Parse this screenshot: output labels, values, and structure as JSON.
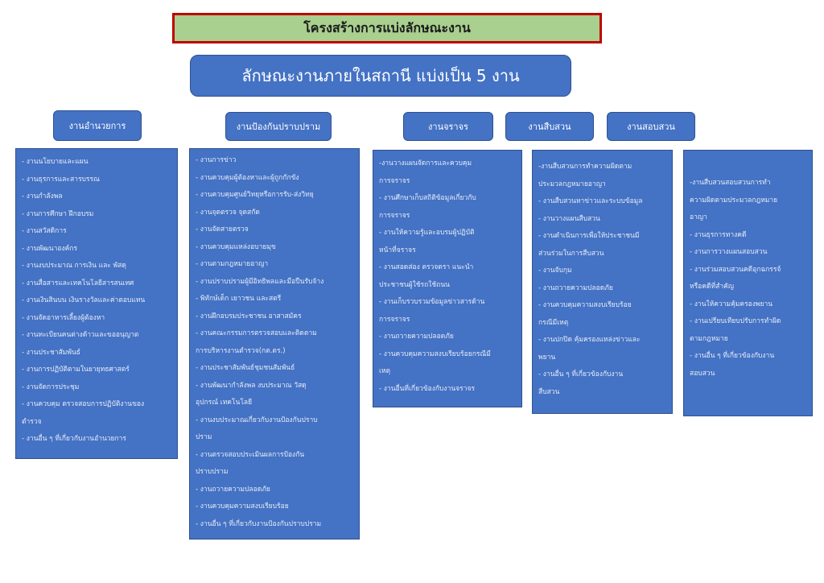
{
  "title": "โครงสร้างการแบ่งลักษณะงาน",
  "subtitle": "ลักษณะงานภายในสถานี แบ่งเป็น 5 งาน",
  "sections": [
    {
      "header": "งานอำนวยการ",
      "items": [
        "- งานนโยบายและแผน",
        "- งานธุรการและสารบรรณ",
        "- งานกำลังพล",
        "- งานการศึกษา ฝึกอบรม",
        "- งานสวัสดิการ",
        "- งานพัฒนาองค์กร",
        "- งานงบประมาณ การเงิน และ พัสดุ",
        "- งานสื่อสารและเทคโนโลยีสารสนเทศ",
        "- งานเงินสินบน เงินรางวัลและค่าตอบแทน",
        "- งานจัดอาหารเลี้ยงผู้ต้องหา",
        "- งานทะเบียนคนต่างด้าวและขออนุญาต",
        "- งานประชาสัมพันธ์",
        "- งานการปฏิบัติตามในยายุทธศาสตร์",
        "- งานจัดการประชุม",
        "- งานควบคุม ตรวจสอบการปฏิบัติงานของ",
        "ตำรวจ",
        "- งานอื่น ๆ ที่เกี่ยวกับงานอำนวยการ"
      ]
    },
    {
      "header": "งานป้องกันปราบปราม",
      "items": [
        "- งานการข่าว",
        "- งานควบคุมผู้ต้องหาและผู้ถูกกักขัง",
        "- งานควบคุมศูนย์วิทยุหรือการรับ-ส่งวิทยุ",
        "- งานจุดตรวจ จุดสกัด",
        "- งานจัดสายตรวจ",
        "- งานควบคุมแหล่งอบายมุข",
        "- งานตามกฎหมายอาญา",
        "- งานปราบปรามผู้มีอิทธิพลและมือปืนรับจ้าง",
        "- พิทักษ์เด็ก เยาวชน และสตรี",
        "- งานฝึกอบรมประชาชน อาสาสมัคร",
        "- งานคณะกรรมการตรวจสอบและติดตาม",
        "การบริหารงานตำรวจ(กต.ตร.)",
        "- งานประชาสัมพันธ์ชุมชนสัมพันธ์",
        "- งานพัฒนากำลังพล งบประมาณ วัสดุ",
        "อุปกรณ์ เทคโนโลยี",
        "- งานงบประมาณเกี่ยวกับงานป้องกันปราบ",
        "ปราม",
        "- งานตรวจสอบประเมินผลการป้องกัน",
        "ปราบปราม",
        "- งานถวายความปลอดภัย",
        "- งานควบคุมความสงบเรียบร้อย",
        "- งานอื่น ๆ ที่เกี่ยวกับงานป้องกันปราบปราม"
      ]
    },
    {
      "header": "งานจราจร",
      "items": [
        "-งานวางแผนจัดการและควบคุม",
        "การจราจร",
        "- งานศึกษาเก็บสถิติข้อมูลเกี่ยวกับ",
        "การจราจร",
        "- งานให้ความรู้และอบรมผู้ปฏิบัติ",
        "หน้าที่จราจร",
        "- งานสอดส่อง ตรวจตรา แนะนำ",
        "ประชาชนผู้ใช้รถใช้ถนน",
        "- งานเก็บรวบรวมข้อมูลข่าวสารด้าน",
        "การจราจร",
        "- งานถวายความปลอดภัย",
        "- งานควบคุมความสงบเรียบร้อยกรณีมี",
        "เหตุ",
        "- งานอื่นที่เกี่ยวข้องกับงานจราจร"
      ]
    },
    {
      "header": "งานสืบสวน",
      "items": [
        "-งานสืบสวนการทำความผิดตาม",
        "ประมวลกฎหมายอาญา",
        "- งานสืบสวนหาข่าวและระบบข้อมูล",
        "- งานวางแผนสืบสวน",
        "- งานดำเนินการเพื่อให้ประชาชนมี",
        "ส่วนร่วมในการสืบสวน",
        "- งานจับกุม",
        "- งานถวายความปลอดภัย",
        "- งานควบคุมความสงบเรียบร้อย",
        "กรณีมีเหตุ",
        "- งานปกปิด คุ้มครองแหล่งข่าวและ",
        "พยาน",
        "- งานอื่น ๆ ที่เกี่ยวข้องกับงาน",
        "สืบสวน"
      ]
    },
    {
      "header": "งานสอบสวน",
      "items": [
        "-งานสืบสวนสอบสวนการทำ",
        "ความผิดตามประมวลกฎหมาย",
        "อาญา",
        "- งานธุรการทางคดี",
        "- งานการวางแผนสอบสวน",
        "- งานร่วมสอบสวนคดีอุกฉกรรจ์",
        "หรือคดีที่สำคัญ",
        "- งานให้ความคุ้มครองพยาน",
        "- งานเปรียบเทียบปรับการทำผิด",
        "ตามกฎหมาย",
        "- งานอื่น ๆ ที่เกี่ยวข้องกับงาน",
        "สอบสวน"
      ]
    }
  ]
}
